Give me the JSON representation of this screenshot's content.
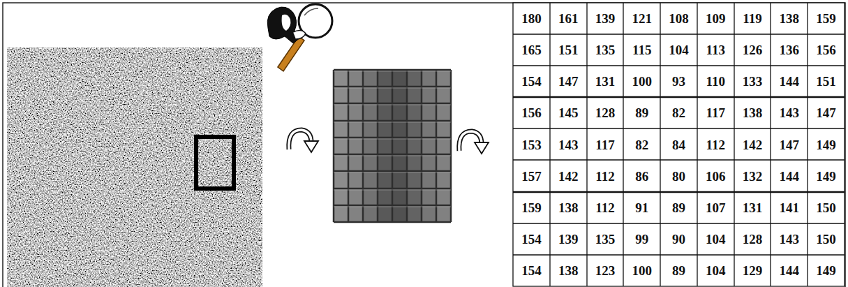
{
  "diagram": {
    "labels": [
      "180",
      "161",
      "139",
      "121",
      "108",
      "109",
      "119",
      "138",
      "159",
      "165",
      "151",
      "135",
      "115",
      "104",
      "113",
      "126",
      "136",
      "156",
      "154",
      "147",
      "131",
      "100",
      "93",
      "110",
      "133",
      "144",
      "151",
      "156",
      "145",
      "128",
      "89",
      "82",
      "117",
      "138",
      "143",
      "147",
      "153",
      "143",
      "117",
      "82",
      "84",
      "112",
      "142",
      "147",
      "149",
      "157",
      "142",
      "112",
      "86",
      "80",
      "106",
      "132",
      "144",
      "149",
      "159",
      "138",
      "112",
      "91",
      "89",
      "107",
      "131",
      "141",
      "150",
      "154",
      "139",
      "135",
      "99",
      "90",
      "104",
      "128",
      "143",
      "150",
      "154",
      "138",
      "123",
      "100",
      "89",
      "104",
      "129",
      "144",
      "149"
    ]
  }
}
